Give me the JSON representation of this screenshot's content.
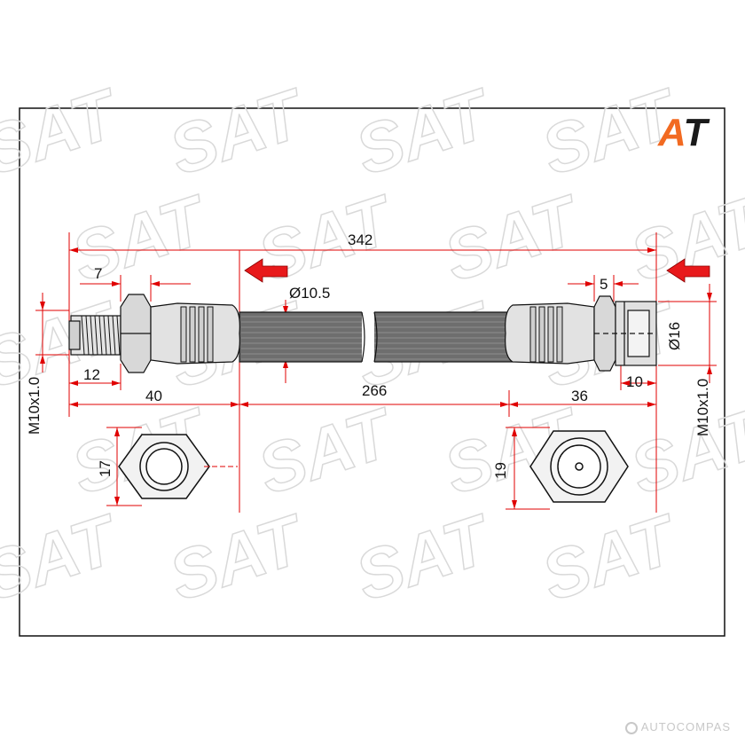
{
  "brand": {
    "logo_text": "AT",
    "logo_color_a": "#f26a21",
    "logo_color_t": "#1a1a1a",
    "watermark_text": "SAT",
    "watermark_color": "#d9d9d9"
  },
  "dimensions": {
    "overall_length": "342",
    "left_fitting_hex_width": "7",
    "hose_diameter": "Ø10.5",
    "right_fitting_width": "5",
    "right_fitting_diameter": "Ø16",
    "left_thread_length": "12",
    "left_fitting_length": "40",
    "hose_length": "266",
    "right_fitting_length": "36",
    "right_thread_length": "10",
    "left_thread": "M10x1.0",
    "right_thread": "M10x1.0",
    "left_hex_size": "17",
    "right_hex_size": "19"
  },
  "colors": {
    "line": "#111111",
    "dim_line": "#e00000",
    "arrow_fill": "#e8191b",
    "hose_fill": "#6e6e6e",
    "hose_stripe": "#8e8e8e",
    "metal": "#dcdcdc"
  },
  "footer": {
    "text": "AUTOCOMPAS"
  }
}
